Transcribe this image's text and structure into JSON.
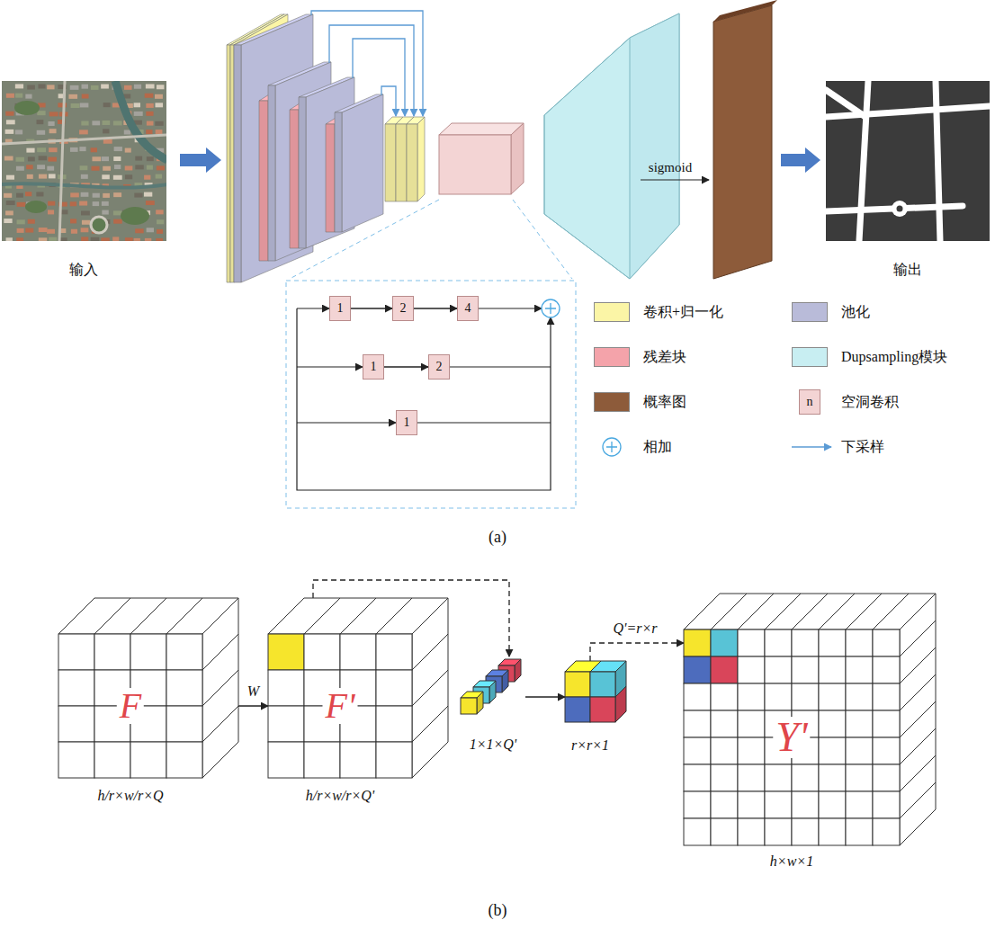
{
  "diagram": {
    "nodes": [
      {
        "text": [
          "1"
        ]
      },
      {
        "text": [
          "2"
        ]
      },
      {
        "text": [
          "4"
        ]
      },
      {
        "text": [
          "1"
        ]
      },
      {
        "text": [
          "2"
        ]
      },
      {
        "text": [
          "1"
        ]
      },
      {
        "text": [
          "F",
          "h/r×w/r×Q"
        ]
      },
      {
        "text": [
          "F'",
          "h/r×w/r×Q'"
        ]
      },
      {
        "text": [
          "1×1×Q'"
        ]
      },
      {
        "text": [
          "r×r×1"
        ]
      },
      {
        "text": [
          "Y'",
          "h×w×1"
        ]
      }
    ],
    "edges": [
      {
        "from": 0,
        "to": 1,
        "arrow": "to"
      },
      {
        "from": 1,
        "to": 2,
        "arrow": "to"
      },
      {
        "from": 3,
        "to": 4,
        "arrow": "to"
      },
      {
        "from": 6,
        "to": 7,
        "label": "W",
        "arrow": "to"
      },
      {
        "from": 7,
        "to": 8,
        "arrow": "to"
      },
      {
        "from": 8,
        "to": 9,
        "arrow": "to"
      },
      {
        "from": 9,
        "to": 10,
        "label": "Q'=r×r",
        "arrow": "to"
      }
    ],
    "labels": [
      "输入",
      "sigmoid",
      "输出",
      "(a)",
      "n",
      "(b)"
    ],
    "legend": [
      {
        "text": "卷积+归一化",
        "color": "#fbf5a6"
      },
      {
        "text": "池化",
        "color": "#b9bbd9"
      },
      {
        "text": "残差块",
        "color": "#f4a3aa"
      },
      {
        "text": "Dupsampling模块",
        "color": "#c8eef2"
      },
      {
        "text": "概率图",
        "color": "#8d5b3a"
      },
      {
        "text": "空洞卷积",
        "color": "#f3d4d4"
      },
      {
        "text": "相加"
      },
      {
        "text": "下采样"
      }
    ]
  }
}
